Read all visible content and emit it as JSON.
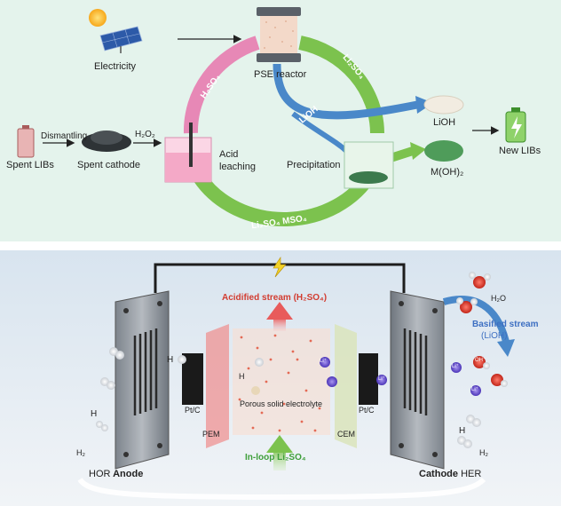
{
  "top": {
    "electricity": "Electricity",
    "pse_reactor": "PSE reactor",
    "h2so4_arc": "H₂SO₄",
    "li2so4_arc": "Li₂SO₄",
    "lioh_arrow": "LiOH",
    "spent_libs": "Spent LIBs",
    "dismantling": "Dismantling",
    "spent_cathode": "Spent cathode",
    "h2o2": "H₂O₂",
    "acid": "Acid",
    "leaching": "leaching",
    "precipitation": "Precipitation",
    "lioh_product": "LiOH",
    "moh2": "M(OH)₂",
    "new_libs": "New LIBs",
    "bottom_arc": "Li₂SO₄  MSO₄"
  },
  "bottom": {
    "acidified_stream": "Acidified stream (H₂SO₄)",
    "basified_stream_1": "Basified stream",
    "basified_stream_2": "(LiOH)",
    "h2o": "H₂O",
    "h2_small": "H₂",
    "h_label": "H",
    "li_ion": "Li⁺",
    "oh_ion": "OH⁻",
    "ptc_left": "Pt/C",
    "ptc_right": "Pt/C",
    "pem": "PEM",
    "cem": "CEM",
    "porous": "Porous solid electrolyte",
    "inloop": "In-loop Li₂SO₄",
    "hor_anode_1": "HOR",
    "hor_anode_2": "Anode",
    "cathode_her_1": "Cathode",
    "cathode_her_2": "HER"
  },
  "colors": {
    "top_bg": "#e4f3ec",
    "pink_arc": "#e788b6",
    "green_arc": "#7cc24e",
    "blue_arrow": "#4a88c9",
    "acid_text": "#d23c30",
    "base_text": "#3d6fc2",
    "inloop_text": "#3e9e3a"
  },
  "icons": [
    "sun-icon",
    "solar-panel-icon",
    "battery-icon",
    "bolt-icon"
  ]
}
